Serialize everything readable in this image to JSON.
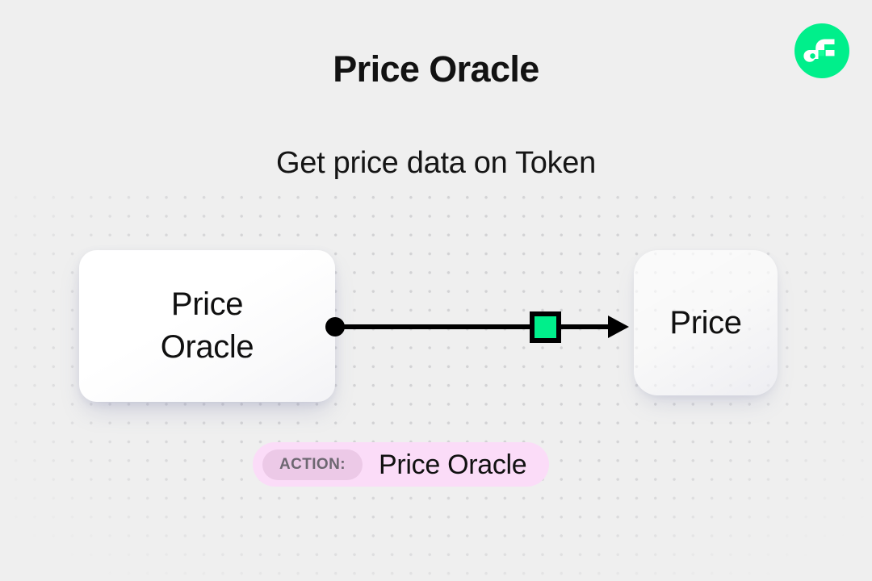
{
  "page": {
    "title": "Price Oracle",
    "subtitle": "Get price data on Token",
    "background_color": "#efefef"
  },
  "brand": {
    "logo_name": "flow-logo",
    "logo_color": "#00ef8b",
    "logo_mark_color": "#ffffff",
    "logo_accent_color": "#16ff99"
  },
  "diagram": {
    "source_node": {
      "label": "Price\nOracle",
      "output_port_color": "#000000"
    },
    "target_node": {
      "label": "Price"
    },
    "connector": {
      "line_color": "#000000",
      "marker_color": "#00ef8b",
      "marker_border_color": "#000000",
      "arrow_color": "#000000"
    }
  },
  "action": {
    "tag_label": "ACTION:",
    "value": "Price Oracle",
    "badge_color": "#fbdcf8",
    "tag_color": "#ecc9e7",
    "tag_text_color": "#6d6771"
  }
}
